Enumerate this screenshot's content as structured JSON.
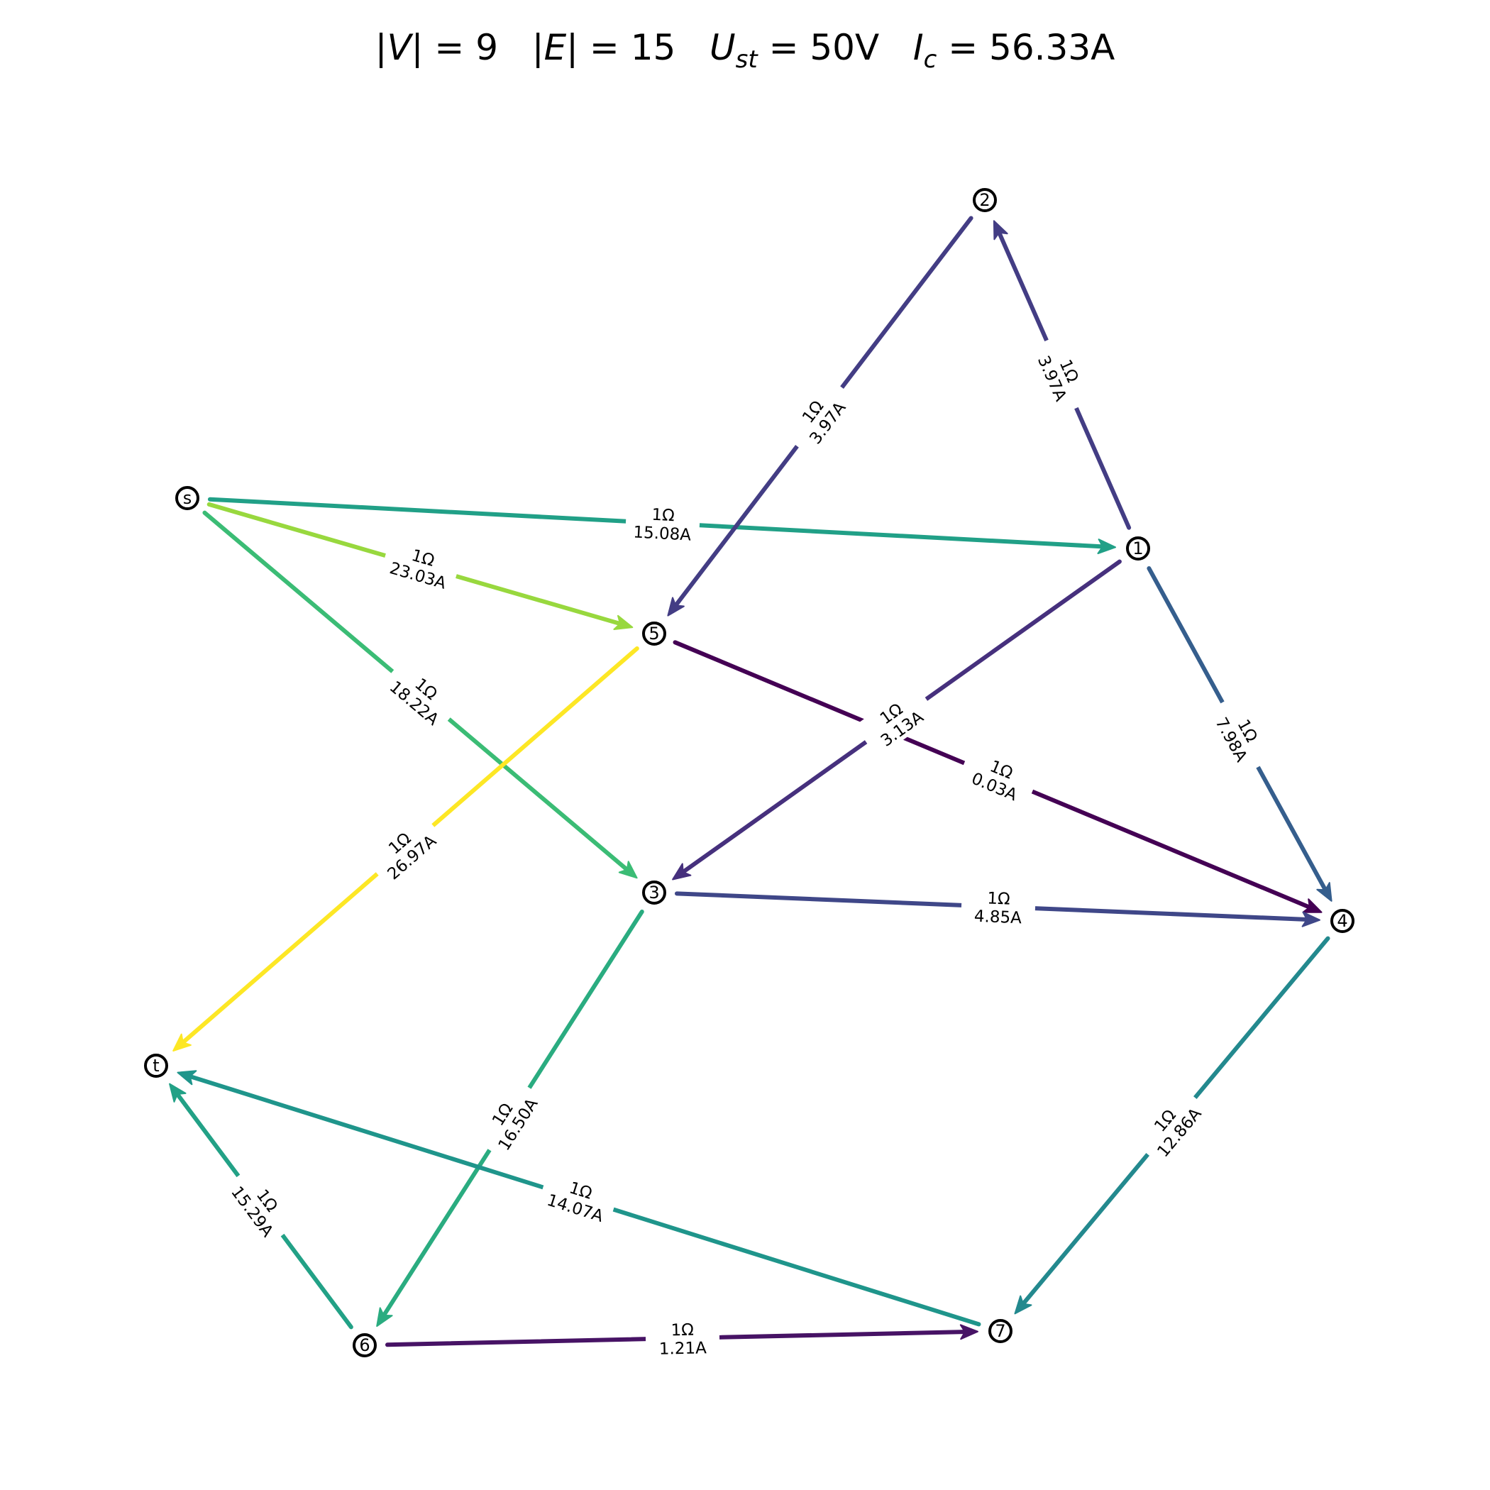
{
  "title": {
    "v_label": "|V|",
    "v_value": "9",
    "e_label": "|E|",
    "e_value": "15",
    "u_symbol": "U",
    "u_sub": "st",
    "u_value": "50V",
    "i_symbol": "I",
    "i_sub": "c",
    "i_value": "56.33A"
  },
  "nodes": [
    {
      "id": "s",
      "label": "s"
    },
    {
      "id": "t",
      "label": "t"
    },
    {
      "id": "1",
      "label": "1"
    },
    {
      "id": "2",
      "label": "2"
    },
    {
      "id": "3",
      "label": "3"
    },
    {
      "id": "4",
      "label": "4"
    },
    {
      "id": "5",
      "label": "5"
    },
    {
      "id": "6",
      "label": "6"
    },
    {
      "id": "7",
      "label": "7"
    }
  ],
  "edges": [
    {
      "from": "s",
      "to": "1",
      "resistance": "1Ω",
      "current": "15.08A",
      "color": "#21a087"
    },
    {
      "from": "s",
      "to": "5",
      "resistance": "1Ω",
      "current": "23.03A",
      "color": "#98d83e"
    },
    {
      "from": "s",
      "to": "3",
      "resistance": "1Ω",
      "current": "18.22A",
      "color": "#3bbc75"
    },
    {
      "from": "1",
      "to": "2",
      "resistance": "1Ω",
      "current": "3.97A",
      "color": "#433d84"
    },
    {
      "from": "2",
      "to": "5",
      "resistance": "1Ω",
      "current": "3.97A",
      "color": "#433d84"
    },
    {
      "from": "1",
      "to": "3",
      "resistance": "1Ω",
      "current": "3.13A",
      "color": "#46307d"
    },
    {
      "from": "1",
      "to": "4",
      "resistance": "1Ω",
      "current": "7.98A",
      "color": "#355e8d"
    },
    {
      "from": "5",
      "to": "4",
      "resistance": "1Ω",
      "current": "0.03A",
      "color": "#440154"
    },
    {
      "from": "5",
      "to": "t",
      "resistance": "1Ω",
      "current": "26.97A",
      "color": "#fde725"
    },
    {
      "from": "3",
      "to": "4",
      "resistance": "1Ω",
      "current": "4.85A",
      "color": "#3f4788"
    },
    {
      "from": "3",
      "to": "6",
      "resistance": "1Ω",
      "current": "16.50A",
      "color": "#2aac80"
    },
    {
      "from": "4",
      "to": "7",
      "resistance": "1Ω",
      "current": "12.86A",
      "color": "#23898e"
    },
    {
      "from": "6",
      "to": "t",
      "resistance": "1Ω",
      "current": "15.29A",
      "color": "#22a186"
    },
    {
      "from": "6",
      "to": "7",
      "resistance": "1Ω",
      "current": "1.21A",
      "color": "#471365"
    },
    {
      "from": "7",
      "to": "t",
      "resistance": "1Ω",
      "current": "14.07A",
      "color": "#1f958b"
    }
  ]
}
